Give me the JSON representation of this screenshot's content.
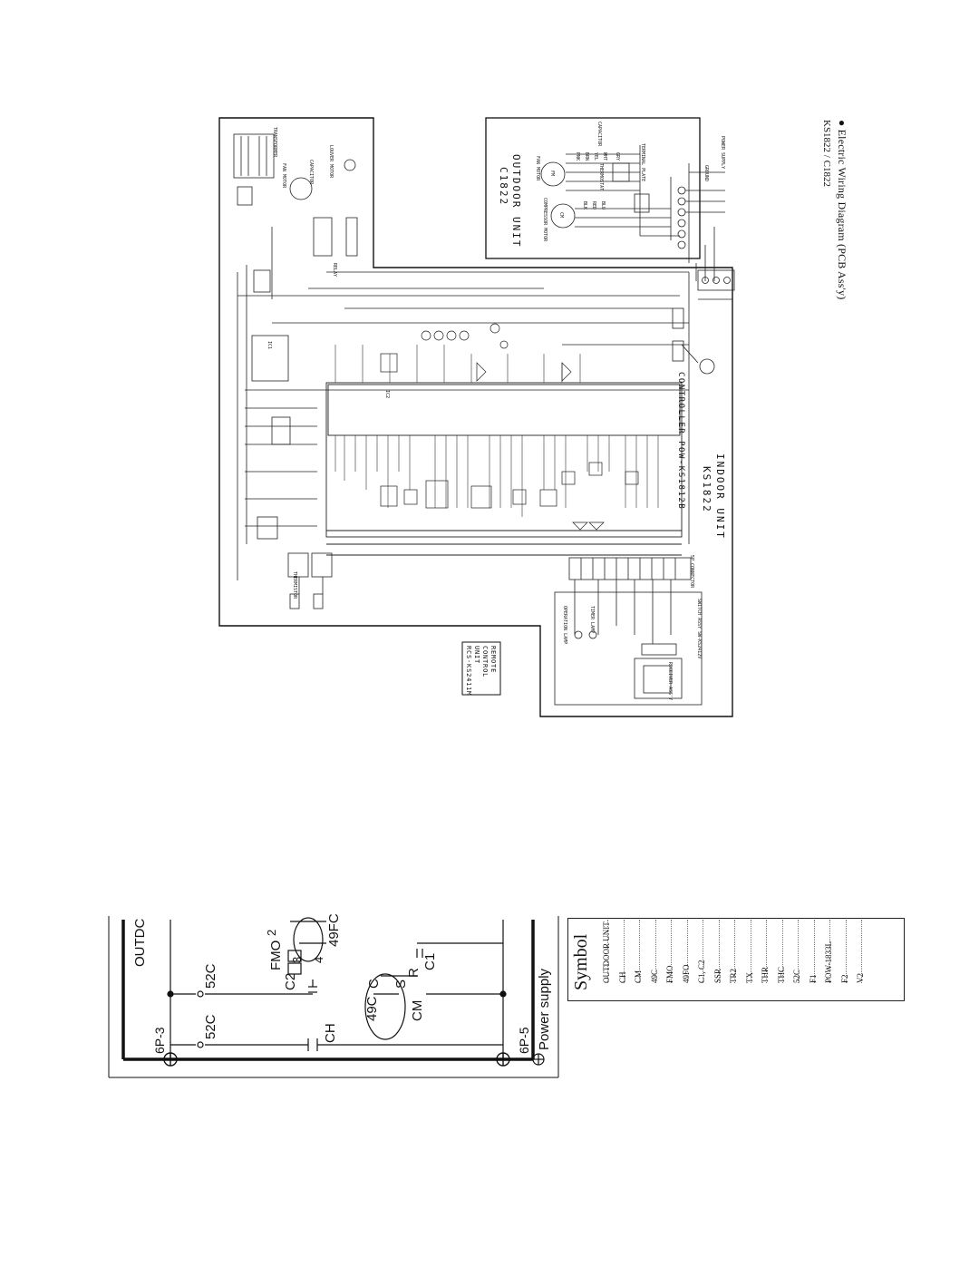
{
  "document": {
    "heading": "● Electric Wiring Diagram (PCB Ass'y)",
    "model": "KS1822 / C1822"
  },
  "outdoor_box": {
    "title_line1": "OUTDOOR UNIT",
    "title_line2": "C1822",
    "labels": [
      "POWER SUPPLY",
      "GROUND",
      "TERMINAL PLATE",
      "CAPACITOR",
      "THERMOSTAT",
      "FAN MOTOR",
      "COMPRESSOR MOTOR",
      "PNK",
      "BRN",
      "YEL",
      "WHT",
      "GRY",
      "BLK",
      "RED",
      "BLU",
      "FM",
      "CM"
    ]
  },
  "indoor_box": {
    "title_line1": "INDOOR UNIT",
    "title_line2": "KS1822",
    "controller": "CONTROLLER POW-KS1812B",
    "labels": [
      "TRANSFORMER",
      "FAN MOTOR",
      "LOUVER MOTOR",
      "CAPACITOR",
      "RELAY",
      "THERMISTOR",
      "IC2",
      "IC1",
      "5P CONNECTOR",
      "RECEIVER ASS'Y",
      "SWITCH ASSY SW-KS2412V",
      "OPERATION LAMP",
      "TIMER LAMP"
    ]
  },
  "remote": {
    "line1": "REMOTE",
    "line2": "CONTROL",
    "line3": "UNIT",
    "line4": "RCS-KS2411M"
  },
  "lower_diagram": {
    "labels": [
      "OUTDC",
      "52C",
      "52C",
      "FMO",
      "2",
      "3",
      "4",
      "C2",
      "49FC",
      "C1",
      "C",
      "S",
      "R",
      "49C",
      "CM",
      "CH",
      "6P-3",
      "6P-5",
      "Power supply"
    ]
  },
  "symbol_table": {
    "title": "Symbol",
    "rows": [
      "OUTDOOR UNIT",
      "CH",
      "CM",
      "49C",
      "FMO",
      "49FO",
      "C1, C2",
      "SSR",
      "TR2",
      "TX",
      "THR",
      "THC",
      "52C",
      "F1",
      "POW-1833L",
      "F2",
      "V2"
    ]
  }
}
